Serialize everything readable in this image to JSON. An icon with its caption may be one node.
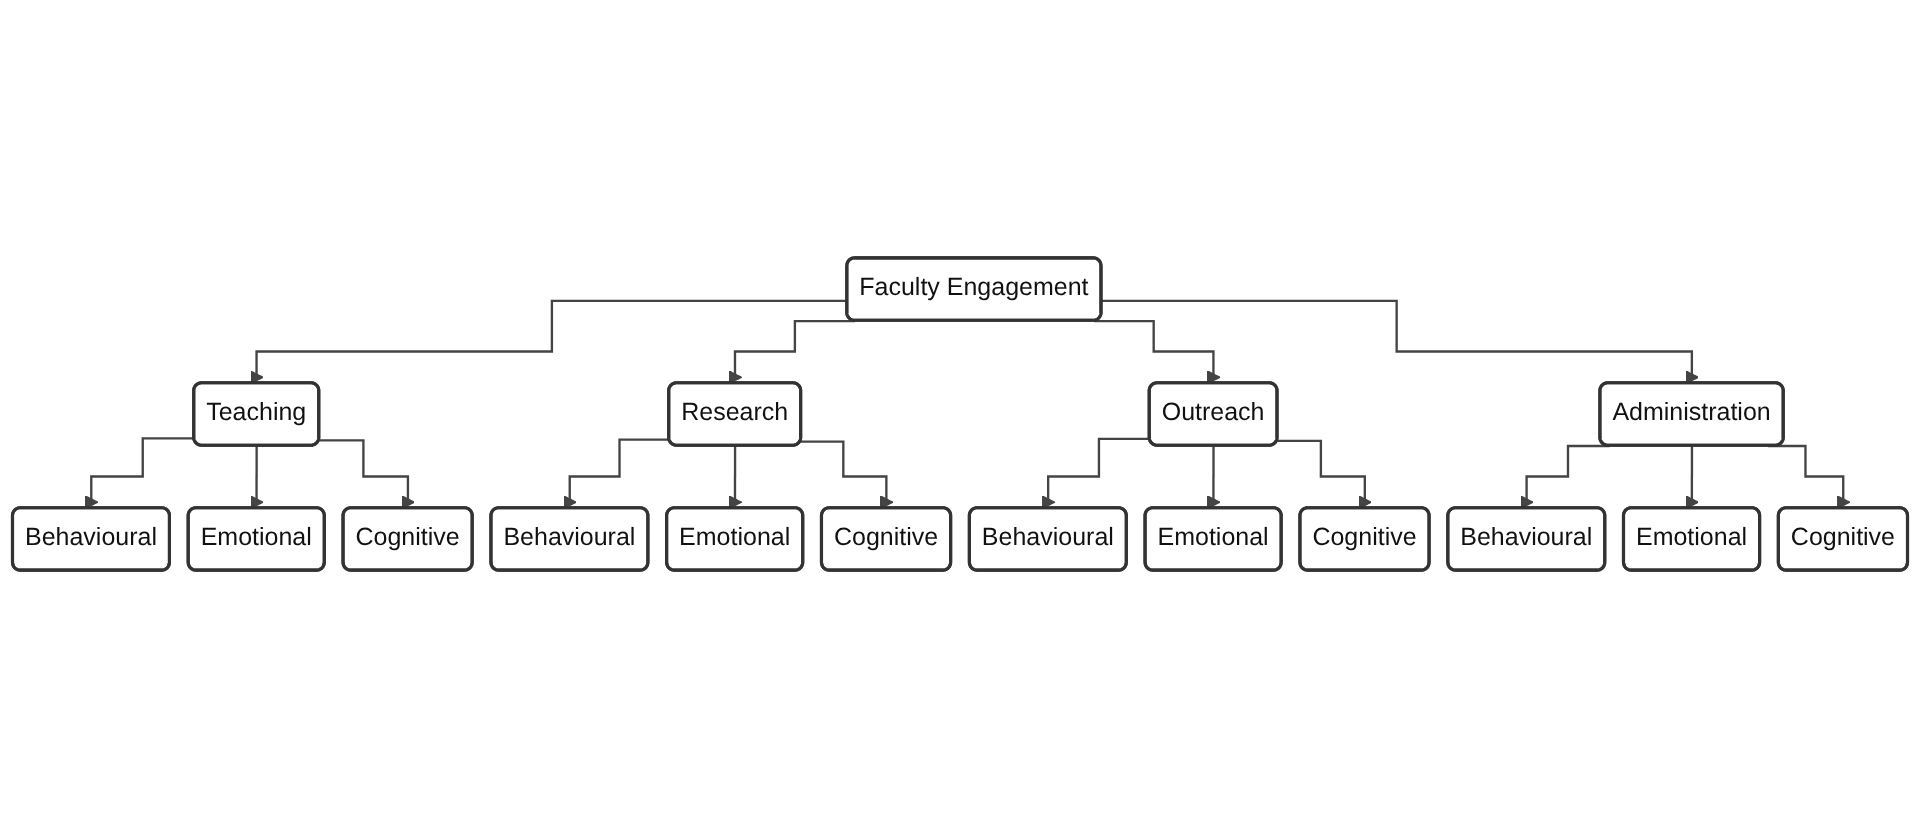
{
  "diagram": {
    "nodes": [
      {
        "text": [
          "Faculty Engagement"
        ]
      },
      {
        "text": [
          "Teaching"
        ]
      },
      {
        "text": [
          "Research"
        ]
      },
      {
        "text": [
          "Outreach"
        ]
      },
      {
        "text": [
          "Administration"
        ]
      },
      {
        "text": [
          "Behavioural"
        ]
      },
      {
        "text": [
          "Emotional"
        ]
      },
      {
        "text": [
          "Cognitive"
        ]
      },
      {
        "text": [
          "Behavioural"
        ]
      },
      {
        "text": [
          "Emotional"
        ]
      },
      {
        "text": [
          "Cognitive"
        ]
      },
      {
        "text": [
          "Behavioural"
        ]
      },
      {
        "text": [
          "Emotional"
        ]
      },
      {
        "text": [
          "Cognitive"
        ]
      },
      {
        "text": [
          "Behavioural"
        ]
      },
      {
        "text": [
          "Emotional"
        ]
      },
      {
        "text": [
          "Cognitive"
        ]
      }
    ],
    "edges": [
      {
        "from": 0,
        "to": 1,
        "arrow": "to"
      },
      {
        "from": 0,
        "to": 2,
        "arrow": "to"
      },
      {
        "from": 0,
        "to": 3,
        "arrow": "to"
      },
      {
        "from": 0,
        "to": 4,
        "arrow": "to"
      },
      {
        "from": 1,
        "to": 5,
        "arrow": "to"
      },
      {
        "from": 1,
        "to": 6,
        "arrow": "to"
      },
      {
        "from": 1,
        "to": 7,
        "arrow": "to"
      },
      {
        "from": 2,
        "to": 8,
        "arrow": "to"
      },
      {
        "from": 2,
        "to": 9,
        "arrow": "to"
      },
      {
        "from": 2,
        "to": 10,
        "arrow": "to"
      },
      {
        "from": 3,
        "to": 11,
        "arrow": "to"
      },
      {
        "from": 3,
        "to": 12,
        "arrow": "to"
      },
      {
        "from": 3,
        "to": 13,
        "arrow": "to"
      },
      {
        "from": 4,
        "to": 14,
        "arrow": "to"
      },
      {
        "from": 4,
        "to": 15,
        "arrow": "to"
      },
      {
        "from": 4,
        "to": 16,
        "arrow": "to"
      }
    ]
  }
}
